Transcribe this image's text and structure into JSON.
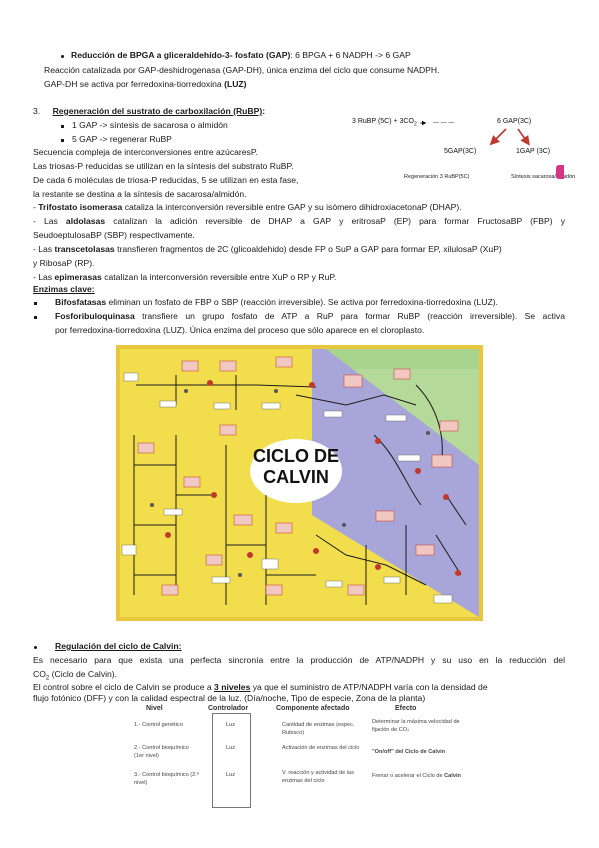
{
  "s1": {
    "title": "Reducción de BPGA a gliceraldehído-3- fosfato (GAP)",
    "eq": ": 6 BPGA + 6 NADPH -> 6 GAP",
    "l2": "Reacción catalizada por GAP-deshidrogenasa (GAP-DH), única enzima del ciclo que consume NADPH.",
    "l3a": "GAP-DH se activa por ferredoxina-tiorredoxina ",
    "l3b": "(LUZ)"
  },
  "s3": {
    "num": "3.",
    "title": "Regeneración del sustrato de carboxilación (RuBP)",
    "colon": ":",
    "b1": "1 GAP -> síntesis de sacarosa o almidón",
    "b2": "5 GAP -> regenerar RuBP",
    "p1": "Secuencia compleja de interconversiones entre azúcaresP.",
    "p2": "Las triosas-P reducidas se utilizan en la síntesis del substrato RuBP.",
    "p3": "De cada 6 moléculas de triosa-P reducidas, 5 se utilizan en esta fase,",
    "p4": "la restante se destina a la síntesis de sacarosa/almidón.",
    "t1a": "- ",
    "t1b": "Trifostato isomerasa",
    "t1c": " cataliza la interconversión reversible entre GAP y su isómero dihidroxiacetonaP (DHAP).",
    "al1a": "- Las ",
    "al1b": "aldolasas",
    "al1c": " catalizan la adición reversible de DHAP a GAP y eritrosaP (EP) para formar FructosaBP (FBP) y",
    "al2": "SeudoeptulosaBP (SBP) respectivamente.",
    "tc1a": "- Las ",
    "tc1b": "transcetolasas",
    "tc1c": " transfieren fragmentos de 2C (glicoaldehido) desde FP o SuP a GAP para formar EP, xilulosaP (XuP)",
    "tc2": "y RibosaP (RP).",
    "ep1a": "- Las ",
    "ep1b": "epimerasas",
    "ep1c": " catalizan la interconversión reversible entre XuP o RP y RuP."
  },
  "scheme": {
    "top": "3 RuBP (5C) + 3CO",
    "co2sub": "2",
    "arrow_dash": "— — —",
    "gap": "6 GAP(3C)",
    "left": "5GAP(3C)",
    "right": "1GAP (3C)",
    "bl": "Regeneración 3 RuBP(5C)",
    "br": "Síntesis sacarosa/almidón"
  },
  "enzimas": {
    "title": "Enzimas clave:",
    "b1a": "Bifosfatasas",
    "b1b": " eliminan un fosfato de FBP o SBP (reacción irreversible). Se activa por ferredoxina-tiorredoxina (LUZ).",
    "b2a": "Fosforibuloquinasa",
    "b2b": " transfiere un grupo fosfato de ATP a RuP para formar RuBP (reacción irreversible). Se activa",
    "b2c": "por ferredoxina-tiorredoxina (LUZ). Única enzima del proceso que sólo aparece en el cloroplasto."
  },
  "diagram": {
    "title1": "CICLO DE",
    "title2": "CALVIN",
    "colors": {
      "yellow": "#f2de4c",
      "green": "#a9d48e",
      "lavender": "#a8a6d8",
      "frame": "#e8c73e",
      "red": "#c0392b"
    }
  },
  "reg": {
    "title": "Regulación del ciclo de Calvin:",
    "p1": "Es necesario para que exista una perfecta sincronía entre la producción de ATP/NADPH y su uso en la reducción del",
    "p2a": "CO",
    "p2sub": "2",
    "p2b": " (Ciclo de Calvin).",
    "p3a": "El control sobre el ciclo de Calvin se produce a ",
    "p3b": "3 niveles",
    "p3c": " ya que el suministro de ATP/NADPH varía con la densidad de",
    "p4": "flujo fotónico (DFF) y con la calidad espectral de la luz. (Día/noche, Tipo de especie, Zona de la planta)"
  },
  "table": {
    "headers": [
      "Nivel",
      "Controlador",
      "Componente afectado",
      "Efecto"
    ],
    "rows": [
      {
        "nivel": "1.- Control genético",
        "ctrl": "Luz",
        "comp": "Cantidad de enzimas (espec. Rubisco)",
        "efecto": "Determinar la máxima velocidad de fijación de CO₂"
      },
      {
        "nivel": "2.- Control bioquímico (1er nivel)",
        "ctrl": "Luz",
        "comp": "Activación de enzimas del ciclo",
        "efecto_a": "\"On/off\" del Ciclo de Calvin"
      },
      {
        "nivel": "3.- Control bioquímico (2.º nivel)",
        "ctrl": "Luz",
        "comp": "V. reacción y actividad de las enzimas del ciclo",
        "efecto_b": "Frenar o acelerar el Ciclo de ",
        "efecto_c": "Calvin"
      }
    ]
  }
}
